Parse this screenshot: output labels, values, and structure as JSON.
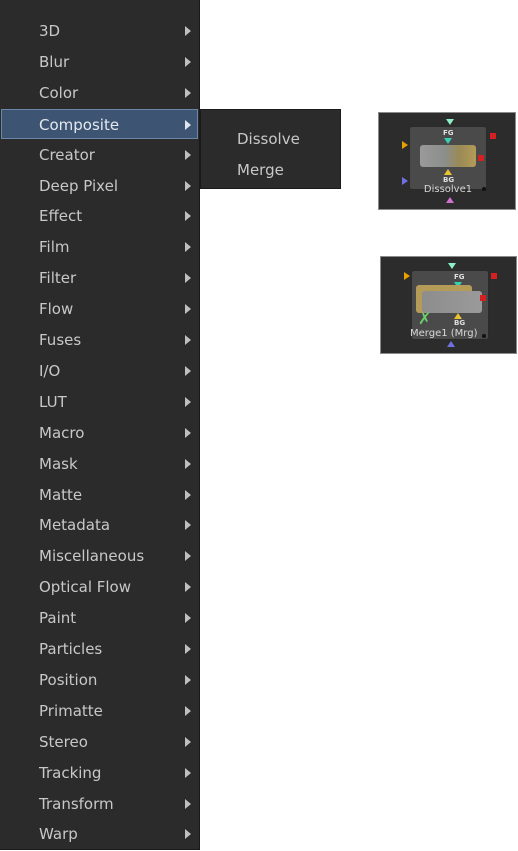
{
  "menu": {
    "items": [
      {
        "label": "3D"
      },
      {
        "label": "Blur"
      },
      {
        "label": "Color"
      },
      {
        "label": "Composite",
        "active": true
      },
      {
        "label": "Creator"
      },
      {
        "label": "Deep Pixel"
      },
      {
        "label": "Effect"
      },
      {
        "label": "Film"
      },
      {
        "label": "Filter"
      },
      {
        "label": "Flow"
      },
      {
        "label": "Fuses"
      },
      {
        "label": "I/O"
      },
      {
        "label": "LUT"
      },
      {
        "label": "Macro"
      },
      {
        "label": "Mask"
      },
      {
        "label": "Matte"
      },
      {
        "label": "Metadata"
      },
      {
        "label": "Miscellaneous"
      },
      {
        "label": "Optical Flow"
      },
      {
        "label": "Paint"
      },
      {
        "label": "Particles"
      },
      {
        "label": "Position"
      },
      {
        "label": "Primatte"
      },
      {
        "label": "Stereo"
      },
      {
        "label": "Tracking"
      },
      {
        "label": "Transform"
      },
      {
        "label": "Warp"
      }
    ]
  },
  "submenu": {
    "items": [
      {
        "label": "Dissolve"
      },
      {
        "label": "Merge"
      }
    ]
  },
  "nodes": {
    "dissolve": {
      "name": "Dissolve1",
      "fg_label": "FG",
      "bg_label": "BG"
    },
    "merge": {
      "name": "Merge1  (Mrg)",
      "fg_label": "FG",
      "bg_label": "BG"
    }
  },
  "colors": {
    "menu_bg": "#2b2b2b",
    "highlight": "#3d5572",
    "menu_text": "#c8c8c8",
    "node_bg": "#2c2c2c",
    "fg_pin": "#39d0b0",
    "bg_pin": "#e8c430",
    "output_pin": "#d42020",
    "input_pin": "#e8a000",
    "mask_pin": "#7070e0",
    "effect_mask_pin": "#d070d0"
  }
}
